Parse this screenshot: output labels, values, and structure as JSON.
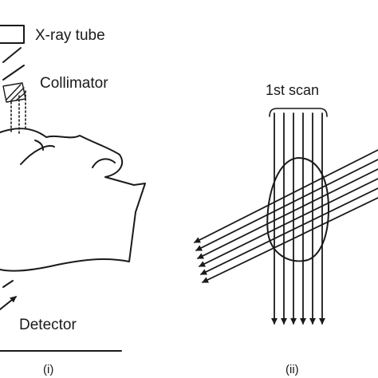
{
  "labels": {
    "xray_tube": "X-ray tube",
    "collimator": "Collimator",
    "detector": "Detector",
    "first_scan": "1st scan",
    "panel_i": "(i)",
    "panel_ii": "(ii)"
  },
  "colors": {
    "ink": "#1a1a1a",
    "background": "#ffffff"
  }
}
